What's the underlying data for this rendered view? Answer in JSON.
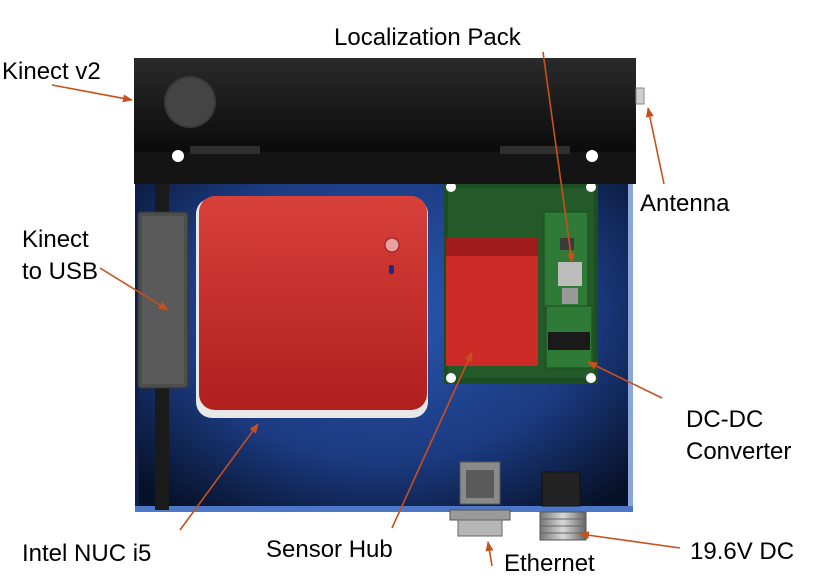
{
  "labels": {
    "kinect_v2": "Kinect v2",
    "localization_pack": "Localization Pack",
    "antenna": "Antenna",
    "kinect_to_usb_line1": "Kinect",
    "kinect_to_usb_line2": "to USB",
    "dc_dc_line1": "DC-DC",
    "dc_dc_line2": "Converter",
    "intel_nuc": "Intel NUC i5",
    "sensor_hub": "Sensor Hub",
    "ethernet": "Ethernet",
    "power_input": "19.6V DC"
  },
  "colors": {
    "arrow": "#c8501e",
    "enclosure_blue": "#1d3f86",
    "kinect_black": "#111111",
    "nuc_red": "#c42a28",
    "board_green": "#1f5a26"
  }
}
